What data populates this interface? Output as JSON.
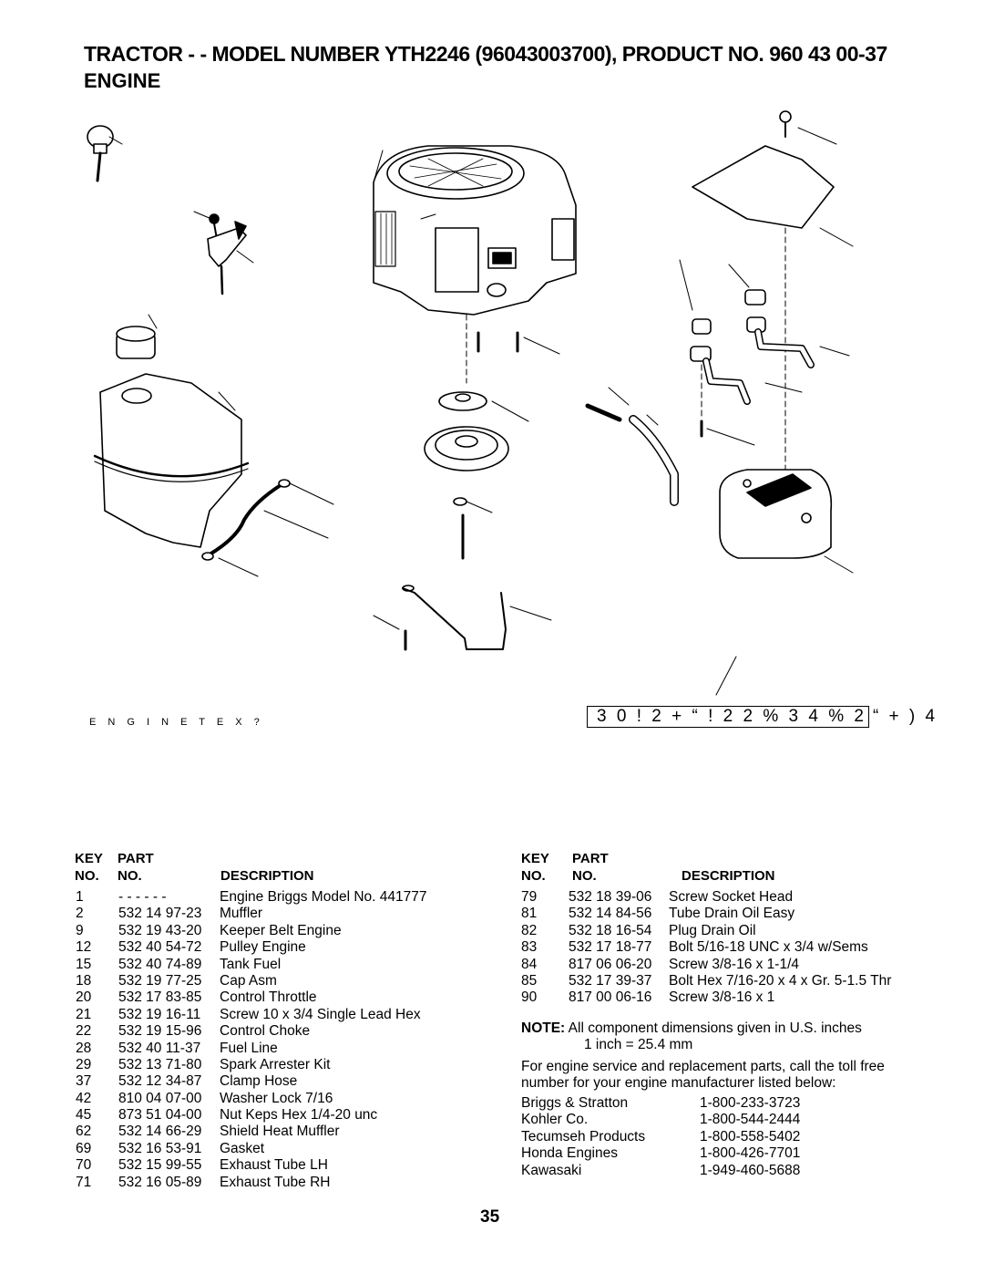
{
  "header": {
    "title": "TRACTOR - - MODEL NUMBER YTH2246 (96043003700), PRODUCT NO. 960 43 00-37",
    "section": "ENGINE"
  },
  "diagram": {
    "figure_code": "E N G I N E T E X ?",
    "stamp_boxed": "3 0 ! 2 + “ ! 2 2 % 3 4 % 2",
    "stamp_tail": "“ + ) 4"
  },
  "parts_table": {
    "headers": {
      "key": "KEY",
      "part": "PART",
      "no1": "NO.",
      "no2": "NO.",
      "description": "DESCRIPTION"
    },
    "left": [
      {
        "key": "1",
        "part": "- - - - - -",
        "desc": "Engine Briggs Model No. 441777"
      },
      {
        "key": "2",
        "part": "532 14 97-23",
        "desc": "Muffler"
      },
      {
        "key": "9",
        "part": "532 19 43-20",
        "desc": "Keeper Belt Engine"
      },
      {
        "key": "12",
        "part": "532 40 54-72",
        "desc": "Pulley Engine"
      },
      {
        "key": "15",
        "part": "532 40 74-89",
        "desc": "Tank Fuel"
      },
      {
        "key": "18",
        "part": "532 19 77-25",
        "desc": "Cap Asm"
      },
      {
        "key": "20",
        "part": "532 17 83-85",
        "desc": "Control Throttle"
      },
      {
        "key": "21",
        "part": "532 19 16-11",
        "desc": "Screw 10 x 3/4 Single Lead Hex"
      },
      {
        "key": "22",
        "part": "532 19 15-96",
        "desc": "Control Choke"
      },
      {
        "key": "28",
        "part": "532 40 11-37",
        "desc": "Fuel Line"
      },
      {
        "key": "29",
        "part": "532 13 71-80",
        "desc": "Spark Arrester Kit"
      },
      {
        "key": "37",
        "part": "532 12 34-87",
        "desc": "Clamp Hose"
      },
      {
        "key": "42",
        "part": "810 04 07-00",
        "desc": "Washer Lock 7/16"
      },
      {
        "key": "45",
        "part": "873 51 04-00",
        "desc": "Nut Keps Hex 1/4-20 unc"
      },
      {
        "key": "62",
        "part": "532 14 66-29",
        "desc": "Shield Heat Muffler"
      },
      {
        "key": "69",
        "part": "532 16 53-91",
        "desc": "Gasket"
      },
      {
        "key": "70",
        "part": "532 15 99-55",
        "desc": "Exhaust Tube LH"
      },
      {
        "key": "71",
        "part": "532 16 05-89",
        "desc": "Exhaust Tube RH"
      }
    ],
    "right": [
      {
        "key": "79",
        "part": "532 18 39-06",
        "desc": "Screw Socket Head"
      },
      {
        "key": "81",
        "part": "532 14 84-56",
        "desc": "Tube Drain Oil Easy"
      },
      {
        "key": "82",
        "part": "532 18 16-54",
        "desc": "Plug Drain Oil"
      },
      {
        "key": "83",
        "part": "532 17 18-77",
        "desc": "Bolt 5/16-18 UNC x 3/4 w/Sems"
      },
      {
        "key": "84",
        "part": "817 06 06-20",
        "desc": "Screw 3/8-16 x 1-1/4"
      },
      {
        "key": "85",
        "part": "532 17 39-37",
        "desc": "Bolt Hex 7/16-20 x 4 x Gr. 5-1.5 Thr"
      },
      {
        "key": "90",
        "part": "817 00 06-16",
        "desc": "Screw 3/8-16 x 1"
      }
    ]
  },
  "note": {
    "label": "NOTE:",
    "text": "All component dimensions given in U.S. inches",
    "text2": "1 inch = 25.4 mm"
  },
  "service": {
    "text": "For engine service and replacement parts, call the toll free number for your engine manufacturer listed below:",
    "manufacturers": [
      {
        "name": "Briggs & Stratton",
        "phone": "1-800-233-3723"
      },
      {
        "name": "Kohler Co.",
        "phone": "1-800-544-2444"
      },
      {
        "name": "Tecumseh Products",
        "phone": "1-800-558-5402"
      },
      {
        "name": "Honda Engines",
        "phone": "1-800-426-7701"
      },
      {
        "name": "Kawasaki",
        "phone": "1-949-460-5688"
      }
    ]
  },
  "page_number": "35"
}
